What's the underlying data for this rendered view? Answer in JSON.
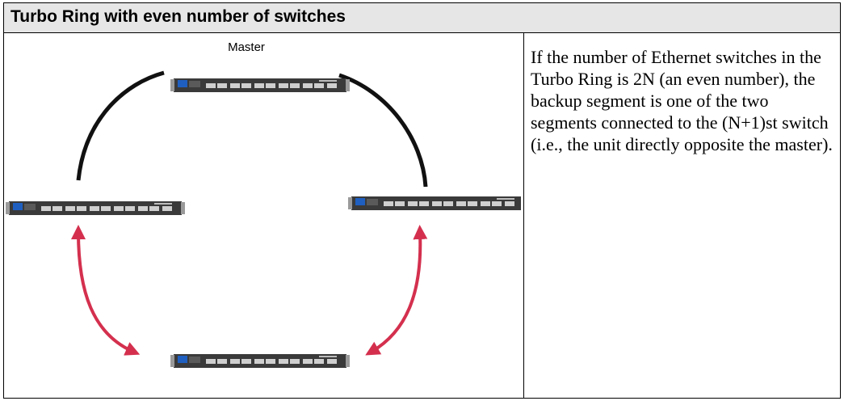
{
  "title": "Turbo Ring with even number of switches",
  "diagram": {
    "master_label": "Master",
    "switch_count": 4,
    "colors": {
      "ring_link": "#111111",
      "backup_link": "#d4304e",
      "switch_body": "#3a3a3a",
      "switch_panel": "#1f5fc0"
    }
  },
  "description": "If the number of Ethernet switches in the Turbo Ring is 2N (an even number), the backup segment is one of the two segments connected to the (N+1)st switch (i.e., the unit directly opposite the master)."
}
